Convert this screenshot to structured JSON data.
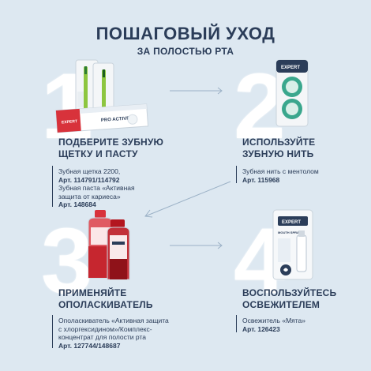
{
  "header": {
    "title": "ПОШАГОВЫЙ УХОД",
    "subtitle": "ЗА ПОЛОСТЬЮ РТА"
  },
  "steps": [
    {
      "number": "1",
      "heading": [
        "ПОДБЕРИТЕ ЗУБНУЮ",
        "ЩЕТКУ И ПАСТУ"
      ],
      "desc": [
        {
          "text": "Зубная щетка 2200,",
          "bold": false
        },
        {
          "text": "Арт. 114791/114792",
          "bold": true
        },
        {
          "text": "Зубная паста «Активная",
          "bold": false
        },
        {
          "text": "защита от кариеса»",
          "bold": false
        },
        {
          "text": "Арт. 148684",
          "bold": true
        }
      ],
      "product_labels": [
        "PRO ACTIVE",
        "EXPERT"
      ]
    },
    {
      "number": "2",
      "heading": [
        "ИСПОЛЬЗУЙТЕ",
        "ЗУБНУЮ НИТЬ"
      ],
      "desc": [
        {
          "text": "Зубная нить с ментолом",
          "bold": false
        },
        {
          "text": "Арт. 115968",
          "bold": true
        }
      ],
      "product_labels": [
        "EXPERT"
      ]
    },
    {
      "number": "3",
      "heading": [
        "ПРИМЕНЯЙТЕ",
        "ОПОЛАСКИВАТЕЛЬ"
      ],
      "desc": [
        {
          "text": "Ополаскиватель «Активная защита",
          "bold": false
        },
        {
          "text": "с хлоргексидином»/Комплекс-",
          "bold": false
        },
        {
          "text": "концентрат для полости рта",
          "bold": false
        },
        {
          "text": "Арт. 127744/148687",
          "bold": true
        }
      ],
      "product_labels": []
    },
    {
      "number": "4",
      "heading": [
        "ВОСПОЛЬЗУЙТЕСЬ",
        "ОСВЕЖИТЕЛЕМ"
      ],
      "desc": [
        {
          "text": "Освежитель «Мята»",
          "bold": false
        },
        {
          "text": "Арт. 126423",
          "bold": true
        }
      ],
      "product_labels": [
        "EXPERT",
        "MOUTH SPRAY"
      ]
    }
  ],
  "colors": {
    "background": "#dde8f1",
    "text": "#2b3d59",
    "accent_green": "#8dc63f",
    "accent_red": "#d8323b",
    "accent_teal": "#3aa78d"
  }
}
